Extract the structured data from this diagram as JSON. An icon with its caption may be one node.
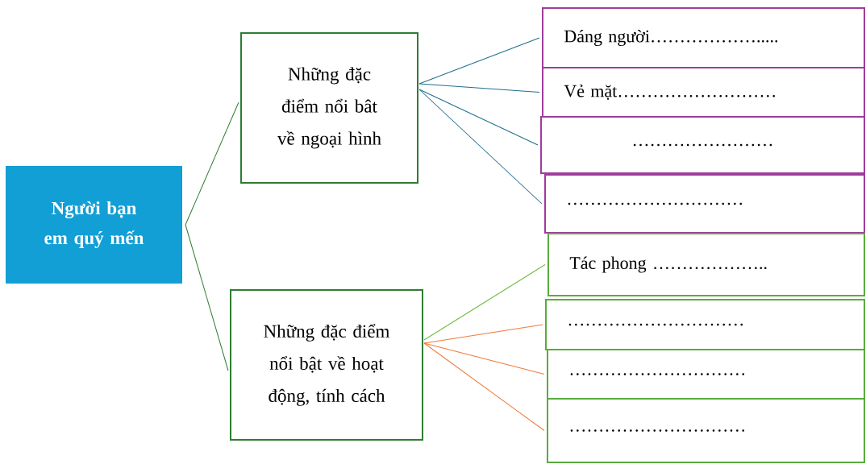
{
  "diagram": {
    "nodes": [
      {
        "text": [
          "Người bạn em quý mến"
        ]
      },
      {
        "text": [
          "Những đặc điểm nổi bât về ngoại hình"
        ]
      },
      {
        "text": [
          "Những đặc điểm nổi bật về hoạt động, tính cách"
        ]
      },
      {
        "text": [
          "Dáng người………………....."
        ]
      },
      {
        "text": [
          "Vẻ mặt………………………"
        ]
      },
      {
        "text": [
          "……………………"
        ]
      },
      {
        "text": [
          "…………………………"
        ]
      },
      {
        "text": [
          "Tác phong ……………….."
        ]
      },
      {
        "text": [
          "…………………………"
        ]
      },
      {
        "text": [
          "…………………………"
        ]
      },
      {
        "text": [
          "…………………………"
        ]
      }
    ],
    "edges": [
      {
        "from": 0,
        "to": 1,
        "arrow": "none",
        "color": "#2e7d32"
      },
      {
        "from": 0,
        "to": 2,
        "arrow": "none",
        "color": "#2e7d32"
      },
      {
        "from": 1,
        "to": 3,
        "arrow": "none"
      },
      {
        "from": 1,
        "to": 4,
        "arrow": "none"
      },
      {
        "from": 1,
        "to": 5,
        "arrow": "none"
      },
      {
        "from": 1,
        "to": 6,
        "arrow": "none"
      },
      {
        "from": 2,
        "to": 7,
        "arrow": "none",
        "color": "#6dbb3f"
      },
      {
        "from": 2,
        "to": 8,
        "arrow": "none",
        "color": "#f07a3a"
      },
      {
        "from": 2,
        "to": 9,
        "arrow": "none",
        "color": "#f07a3a"
      },
      {
        "from": 2,
        "to": 10,
        "arrow": "none",
        "color": "#f07a3a"
      }
    ]
  }
}
